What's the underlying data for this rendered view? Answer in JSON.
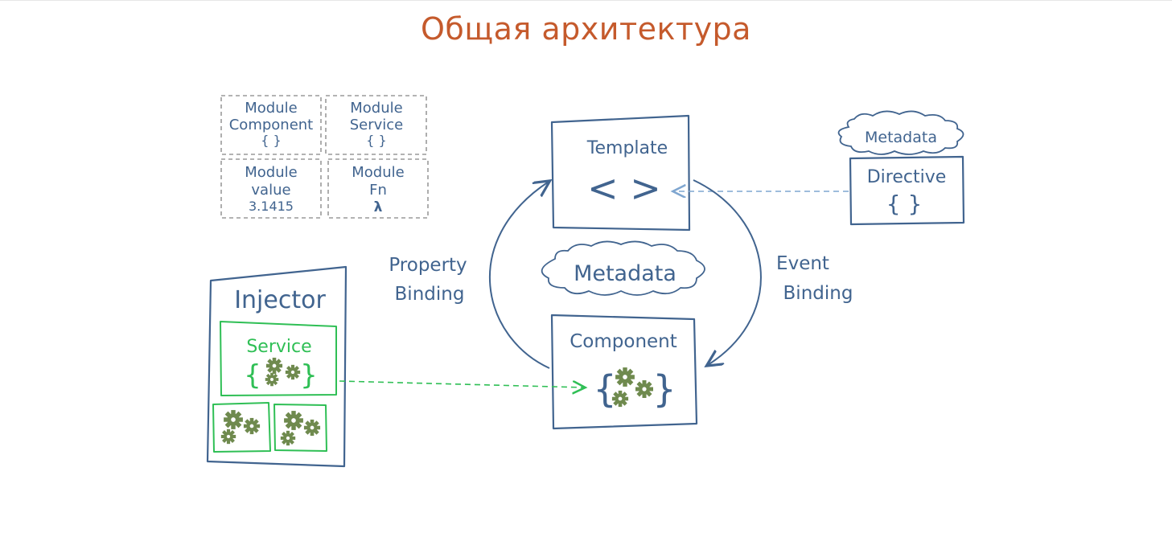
{
  "title": "Общая архитектура",
  "modules": {
    "component": {
      "line1": "Module",
      "line2": "Component",
      "line3": "{ }"
    },
    "service": {
      "line1": "Module",
      "line2": "Service",
      "line3": "{ }"
    },
    "value": {
      "line1": "Module",
      "line2": "value",
      "line3": "3.1415"
    },
    "fn": {
      "line1": "Module",
      "line2": "Fn",
      "line3": "λ"
    }
  },
  "template": {
    "label": "Template",
    "symbol": "< >"
  },
  "directive": {
    "metadata": "Metadata",
    "label": "Directive",
    "symbol": "{ }"
  },
  "component": {
    "label": "Component",
    "metadata": "Metadata"
  },
  "bindings": {
    "property_1": "Property",
    "property_2": "Binding",
    "event_1": "Event",
    "event_2": "Binding"
  },
  "injector": {
    "label": "Injector",
    "service": "Service"
  },
  "colors": {
    "title": "#c55a2c",
    "ink": "#41648f",
    "green": "#2fbf55",
    "gear": "#6f8a4e",
    "dashed_grey": "#9a9a9a"
  }
}
